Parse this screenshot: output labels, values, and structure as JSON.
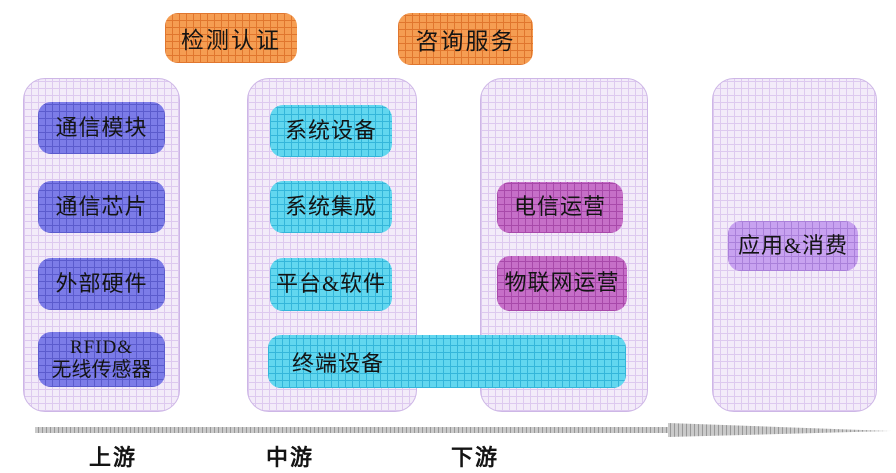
{
  "services": [
    {
      "label": "检测认证"
    },
    {
      "label": "咨询服务"
    }
  ],
  "columns": [
    {
      "id": "upstream",
      "boxes": [
        {
          "label": "通信模块"
        },
        {
          "label": "通信芯片"
        },
        {
          "label": "外部硬件"
        },
        {
          "label": "RFID&",
          "label2": "无线传感器"
        }
      ]
    },
    {
      "id": "midstream",
      "boxes": [
        {
          "label": "系统设备"
        },
        {
          "label": "系统集成"
        },
        {
          "label": "平台&软件"
        }
      ]
    },
    {
      "id": "downstream",
      "boxes": [
        {
          "label": "电信运营"
        },
        {
          "label": "物联网运营"
        }
      ]
    },
    {
      "id": "application",
      "boxes": [
        {
          "label": "应用&消费"
        }
      ]
    }
  ],
  "terminal_box": {
    "label": "终端设备"
  },
  "stage_labels": [
    {
      "label": "上游"
    },
    {
      "label": "中游"
    },
    {
      "label": "下游"
    }
  ],
  "colors": {
    "service-fill": "#f59d52",
    "service-line": "#e0762e",
    "panel-fill": "#f3ebf9",
    "panel-line": "#ddc9ef",
    "panel-border": "#cdb6e6",
    "upstream-fill": "#7c7ce8",
    "upstream-line": "#5b5bcd",
    "midstream-fill": "#62d7ef",
    "midstream-line": "#34b6da",
    "downstream-fill": "#c66fc8",
    "downstream-line": "#a849aa",
    "application-fill": "#c8a2f0",
    "application-line": "#aa80da",
    "arrow-line": "#979797",
    "text": "#141414"
  }
}
